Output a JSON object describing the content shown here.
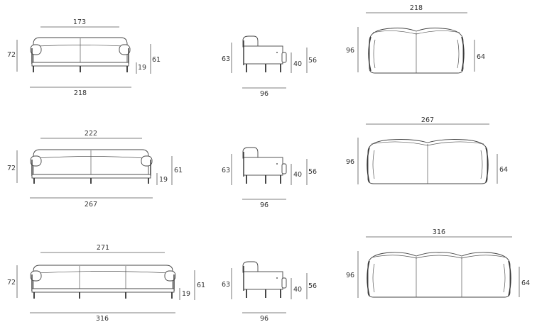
{
  "colors": {
    "line": "#444444",
    "text": "#333333",
    "background": "#ffffff"
  },
  "rows": [
    {
      "front": {
        "top_width": "173",
        "overall_width": "218",
        "height": "72",
        "back_height": "61",
        "seat_height": "19"
      },
      "side": {
        "depth": "96",
        "height": "63",
        "arm_height": "40",
        "back_height": "56"
      },
      "top": {
        "width": "218",
        "depth": "96",
        "seat_depth": "64"
      }
    },
    {
      "front": {
        "top_width": "222",
        "overall_width": "267",
        "height": "72",
        "back_height": "61",
        "seat_height": "19"
      },
      "side": {
        "depth": "96",
        "height": "63",
        "arm_height": "40",
        "back_height": "56"
      },
      "top": {
        "width": "267",
        "depth": "96",
        "seat_depth": "64"
      }
    },
    {
      "front": {
        "top_width": "271",
        "overall_width": "316",
        "height": "72",
        "back_height": "61",
        "seat_height": "19"
      },
      "side": {
        "depth": "96",
        "height": "63",
        "arm_height": "40",
        "back_height": "56"
      },
      "top": {
        "width": "316",
        "depth": "96",
        "seat_depth": "64"
      }
    }
  ]
}
